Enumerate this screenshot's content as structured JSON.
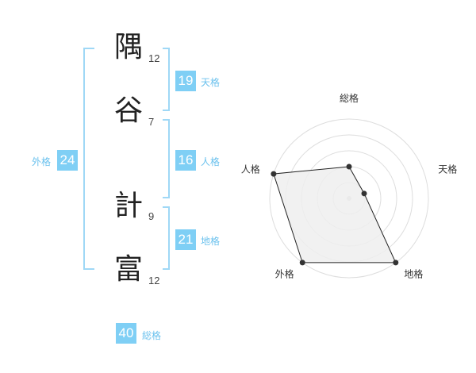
{
  "name_chars": [
    {
      "char": "隅",
      "strokes": "12"
    },
    {
      "char": "谷",
      "strokes": "7"
    },
    {
      "char": "計",
      "strokes": "9"
    },
    {
      "char": "富",
      "strokes": "12"
    }
  ],
  "fortunes": {
    "tenkaku": {
      "value": "19",
      "label": "天格"
    },
    "jinkaku": {
      "value": "16",
      "label": "人格"
    },
    "chikaku": {
      "value": "21",
      "label": "地格"
    },
    "gaikaku": {
      "value": "24",
      "label": "外格"
    },
    "soukaku": {
      "value": "40",
      "label": "総格"
    }
  },
  "chart_data": {
    "type": "radar",
    "axes": [
      "総格",
      "天格",
      "地格",
      "外格",
      "人格"
    ],
    "values": [
      2,
      1,
      5,
      5,
      5
    ],
    "max": 5,
    "rings": 5,
    "colors": {
      "fill": "#eeeeee",
      "line": "#222222",
      "grid": "#dddddd"
    }
  }
}
